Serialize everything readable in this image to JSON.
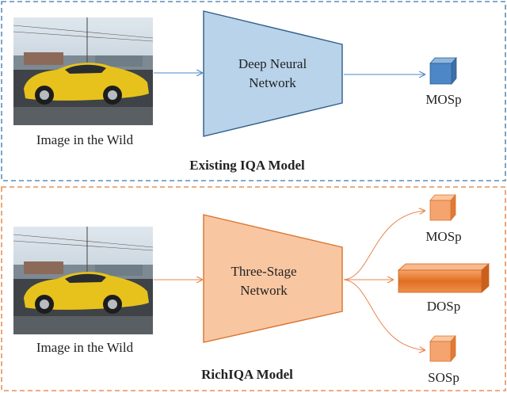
{
  "existing": {
    "title": "Existing IQA Model",
    "image_caption": "Image in the Wild",
    "network_line1": "Deep Neural",
    "network_line2": "Network",
    "output": "MOSp",
    "colors": {
      "border": "#5b8db8",
      "fill": "#b8d3ea",
      "stroke": "#2f5c8a",
      "cube": "#4d87c7"
    }
  },
  "rich": {
    "title": "RichIQA Model",
    "image_caption": "Image in the Wild",
    "network_line1": "Three-Stage",
    "network_line2": "Network",
    "outputs": [
      "MOSp",
      "DOSp",
      "SOSp"
    ],
    "colors": {
      "border": "#e8915a",
      "fill": "#f9c6a2",
      "stroke": "#d9732e",
      "cube": "#f0904a"
    }
  }
}
